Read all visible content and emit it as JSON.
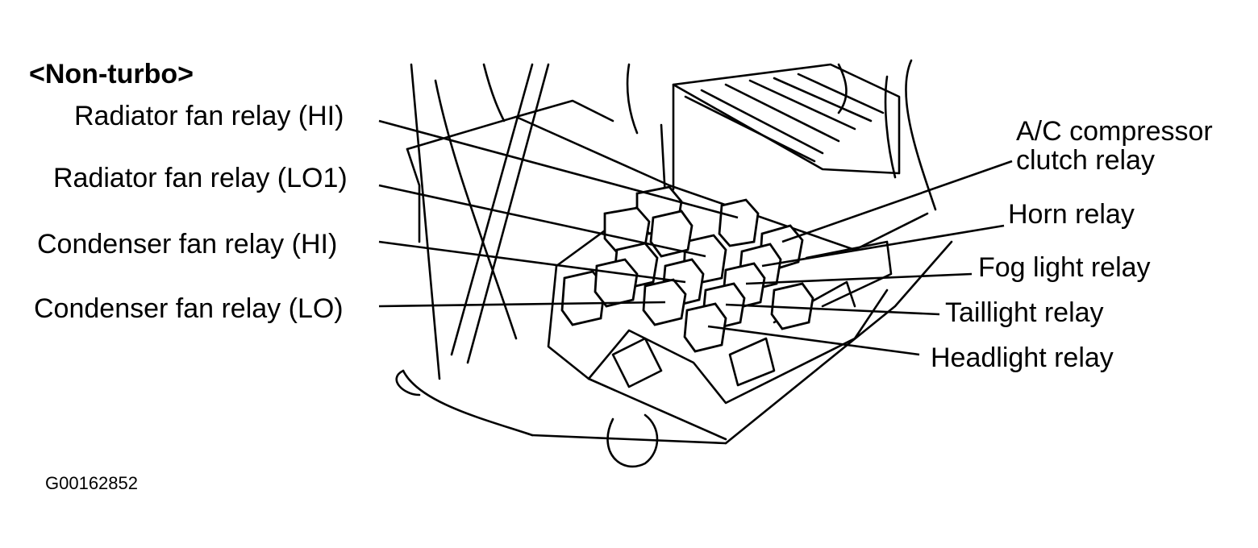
{
  "title": "<Non-turbo>",
  "figure_id": "G00162852",
  "labels": {
    "radiator_fan_relay_hi": "Radiator fan relay (HI)",
    "radiator_fan_relay_lo1": "Radiator fan relay (LO1)",
    "condenser_fan_relay_hi": "Condenser fan relay (HI)",
    "condenser_fan_relay_lo": "Condenser fan relay (LO)",
    "ac_compressor_line1": "A/C compressor",
    "ac_compressor_line2": "clutch relay",
    "horn_relay": "Horn relay",
    "fog_light_relay": "Fog light relay",
    "taillight_relay": "Taillight relay",
    "headlight_relay": "Headlight relay"
  }
}
